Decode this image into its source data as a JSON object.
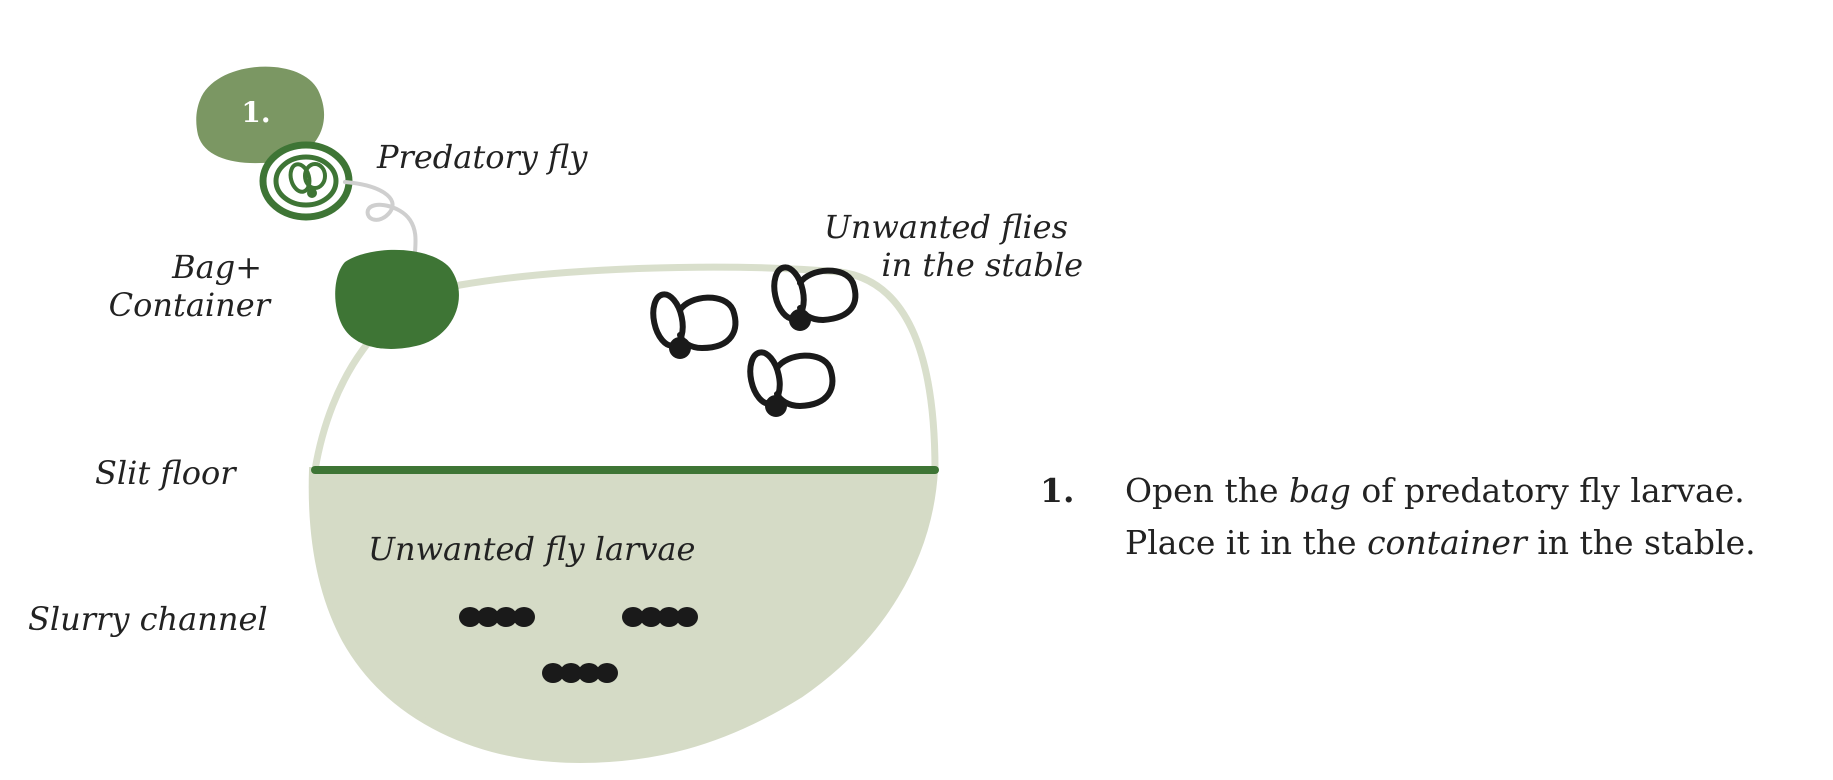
{
  "step": {
    "badge": "1.",
    "number": "1.",
    "line1_before": "Open the ",
    "line1_em": "bag",
    "line1_after": " of predatory fly larvae.",
    "line2_before": "Place it in the ",
    "line2_em": "container",
    "line2_after": " in the stable."
  },
  "labels": {
    "predatory_fly": "Predatory fly",
    "bag_line1": "Bag+",
    "bag_line2": "Container",
    "unwanted_flies_line1": "Unwanted flies",
    "unwanted_flies_line2": "in the stable",
    "slit_floor": "Slit floor",
    "unwanted_larvae": "Unwanted fly larvae",
    "slurry_channel": "Slurry channel"
  },
  "colors": {
    "badge": "#7b9763",
    "dark_green": "#3e7535",
    "slurry": "#d5dbc6",
    "outline": "#d9dfcc",
    "ink": "#1a1a1a"
  }
}
